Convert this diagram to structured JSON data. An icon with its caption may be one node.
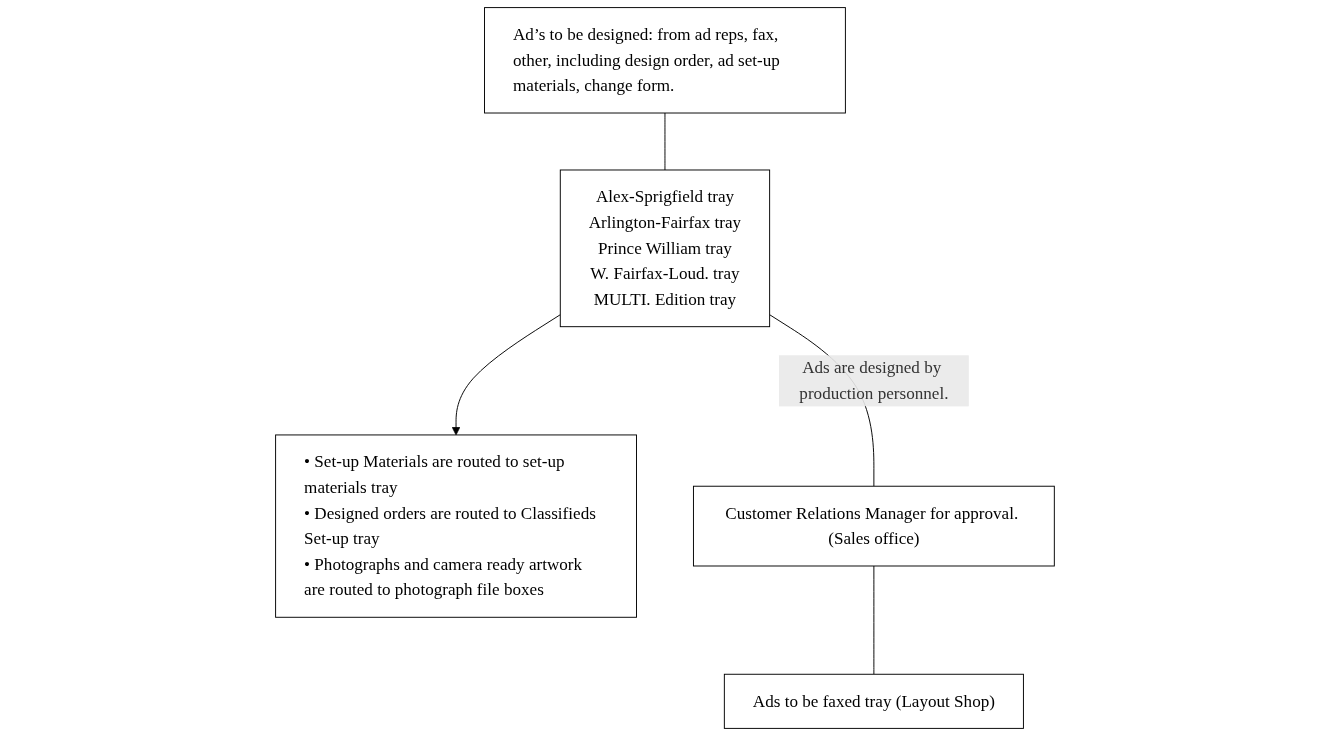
{
  "diagram": {
    "nodes": [
      {
        "text": [
          "Ad’s to be designed: from ad reps, fax, other, including design order, ad set-up materials, change form."
        ]
      },
      {
        "text": [
          "Alex-Sprigfield tray",
          "Arlington-Fairfax tray",
          "Prince William tray",
          "W. Fairfax-Loud. tray",
          "MULTI. Edition tray"
        ]
      },
      {
        "text": [
          "• Set-up Materials are routed to set-up materials tray",
          "• Designed orders are routed to Classifieds Set-up tray",
          "• Photographs and camera ready artwork are routed to photograph file boxes"
        ]
      },
      {
        "text": [
          "Customer Relations Manager for approval. (Sales office)"
        ]
      },
      {
        "text": [
          "Ads to be faxed tray (Layout Shop)"
        ]
      }
    ],
    "edges": [
      {
        "from": 0,
        "to": 1,
        "arrow": "none"
      },
      {
        "from": 1,
        "to": 2,
        "arrow": "to"
      },
      {
        "from": 1,
        "to": 3,
        "arrow": "none",
        "label": "Ads are designed by production personnel."
      },
      {
        "from": 3,
        "to": 4,
        "arrow": "none"
      }
    ]
  }
}
